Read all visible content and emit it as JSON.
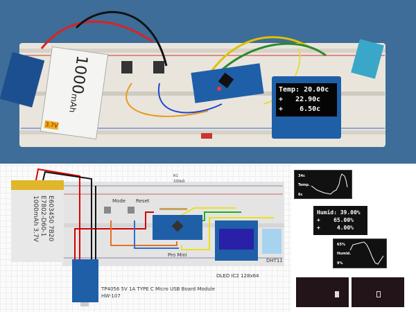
{
  "photo": {
    "battery": {
      "capacity": "1000",
      "unit": "mAh",
      "voltage": "3.7V"
    },
    "oled": {
      "line1": "Temp: 20.00c",
      "line2": "+   22.90c",
      "line3": "+    6.50c"
    }
  },
  "diagram": {
    "battery_lines": [
      "E603450 7B20",
      "E7802-D60-1",
      "1000mAh 3.7V"
    ],
    "resistor_name": "R1",
    "resistor_value": "330kΩ",
    "button_mode": "Mode",
    "button_reset": "Reset",
    "board": "Pro Mini",
    "sensor": "DHT11",
    "oled": "OLED IC2 128x64",
    "charger_line1": "TP4056 5V 1A TYPE C Micro USB Board Module",
    "charger_line2": "HW-107"
  },
  "screens": {
    "temp_graph": {
      "max": "34c",
      "label": "Temp.",
      "min": "6c"
    },
    "humid_text": {
      "line1": "Humid: 39.00%",
      "line2": "+    65.00%",
      "line3": "+     4.00%"
    },
    "humid_graph": {
      "max": "65%",
      "label": "Humid.",
      "min": "9%"
    }
  },
  "colors": {
    "photo_bg": "#3d6d98",
    "pcb_blue": "#1f5fa8",
    "oled_bg": "#050505"
  }
}
